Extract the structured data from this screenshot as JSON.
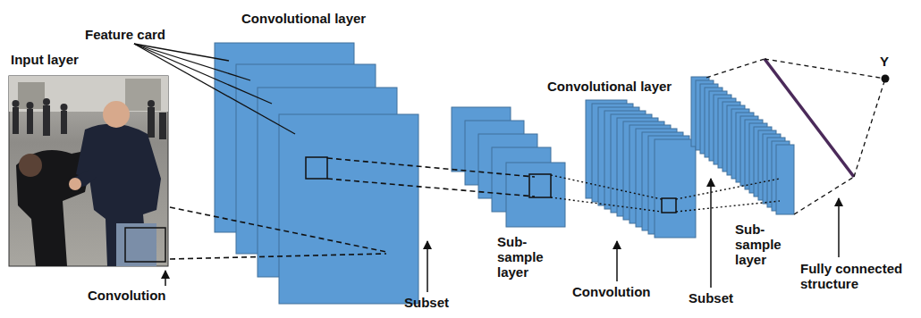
{
  "diagram": {
    "labels": [
      "Feature card",
      "Convolutional layer",
      "Input layer",
      "Convolutional layer",
      "Y",
      "Sub-sample layer",
      "Sub-sample layer",
      "Convolution",
      "Subset",
      "Convolution",
      "Subset",
      "Fully connected structure"
    ]
  }
}
